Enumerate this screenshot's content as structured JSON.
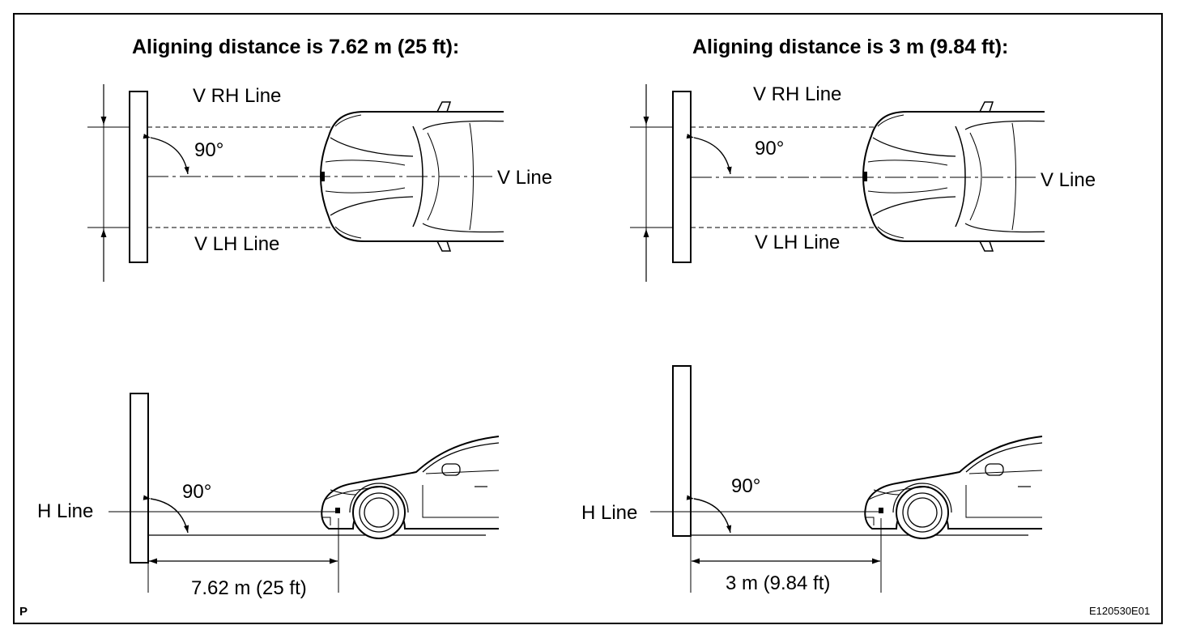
{
  "left": {
    "title": "Aligning distance is 7.62 m (25 ft):",
    "v_rh": "V RH Line",
    "v_lh": "V LH Line",
    "v_line": "V Line",
    "angle_top": "90°",
    "angle_bottom": "90°",
    "h_line": "H Line",
    "distance": "7.62 m (25 ft)"
  },
  "right": {
    "title": "Aligning distance is 3 m (9.84 ft):",
    "v_rh": "V RH Line",
    "v_lh": "V LH Line",
    "v_line": "V Line",
    "angle_top": "90°",
    "angle_bottom": "90°",
    "h_line": "H Line",
    "distance": "3 m (9.84 ft)"
  },
  "corner_left": "P",
  "corner_right": "E120530E01"
}
